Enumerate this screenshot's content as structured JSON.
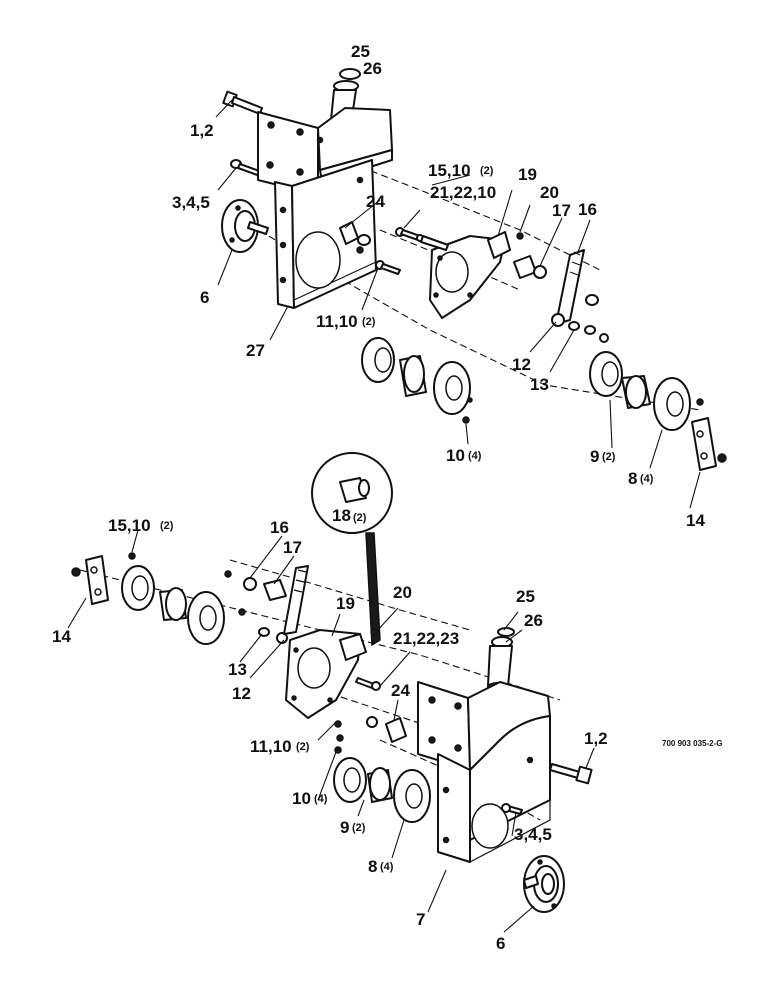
{
  "figure_ref": "700 903 035-2-G",
  "inset_label": "18",
  "inset_qty": "(2)",
  "callouts": [
    {
      "id": "t25",
      "text": "25"
    },
    {
      "id": "t26",
      "text": "26"
    },
    {
      "id": "t12a",
      "text": "1,2"
    },
    {
      "id": "t345a",
      "text": "3,4,5"
    },
    {
      "id": "t6a",
      "text": "6"
    },
    {
      "id": "t27",
      "text": "27"
    },
    {
      "id": "t1510a",
      "text": "15,10",
      "qty": "(2)"
    },
    {
      "id": "t19a",
      "text": "19"
    },
    {
      "id": "t20a",
      "text": "20"
    },
    {
      "id": "t212210",
      "text": "21,22,10"
    },
    {
      "id": "t17a",
      "text": "17"
    },
    {
      "id": "t16a",
      "text": "16"
    },
    {
      "id": "t24a",
      "text": "24"
    },
    {
      "id": "t1110a",
      "text": "11,10",
      "qty": "(2)"
    },
    {
      "id": "t12b",
      "text": "12"
    },
    {
      "id": "t13a",
      "text": "13"
    },
    {
      "id": "t10a",
      "text": "10",
      "qty": "(4)"
    },
    {
      "id": "t9a",
      "text": "9",
      "qty": "(2)"
    },
    {
      "id": "t8a",
      "text": "8",
      "qty": "(4)"
    },
    {
      "id": "t14a",
      "text": "14"
    },
    {
      "id": "t1510b",
      "text": "15,10",
      "qty": "(2)"
    },
    {
      "id": "t16b",
      "text": "16"
    },
    {
      "id": "t17b",
      "text": "17"
    },
    {
      "id": "t14b",
      "text": "14"
    },
    {
      "id": "t20b",
      "text": "20"
    },
    {
      "id": "t19b",
      "text": "19"
    },
    {
      "id": "t25b",
      "text": "25"
    },
    {
      "id": "t26b",
      "text": "26"
    },
    {
      "id": "t212223",
      "text": "21,22,23"
    },
    {
      "id": "t13b",
      "text": "13"
    },
    {
      "id": "t12c",
      "text": "12"
    },
    {
      "id": "t24b",
      "text": "24"
    },
    {
      "id": "t1110b",
      "text": "11,10",
      "qty": "(2)"
    },
    {
      "id": "t12d",
      "text": "1,2"
    },
    {
      "id": "t10b",
      "text": "10",
      "qty": "(4)"
    },
    {
      "id": "t9b",
      "text": "9",
      "qty": "(2)"
    },
    {
      "id": "t8b",
      "text": "8",
      "qty": "(4)"
    },
    {
      "id": "t345b",
      "text": "3,4,5"
    },
    {
      "id": "t7",
      "text": "7"
    },
    {
      "id": "t6b",
      "text": "6"
    }
  ]
}
